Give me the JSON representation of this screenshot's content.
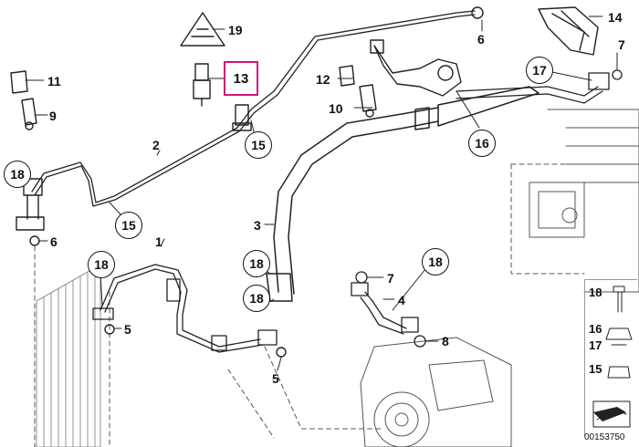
{
  "callouts": {
    "c19": "19",
    "c13": "13",
    "c11": "11",
    "c9": "9",
    "c12": "12",
    "c10": "10",
    "c14": "14",
    "c6a": "6",
    "c7a": "7",
    "c2": "2",
    "c1": "1",
    "c3": "3",
    "c6b": "6",
    "c5a": "5",
    "c5b": "5",
    "c7b": "7",
    "c4": "4",
    "c8": "8"
  },
  "circled": {
    "r17a": "17",
    "r16": "16",
    "r15a": "15",
    "r15b": "15",
    "r18a": "18",
    "r18b": "18",
    "r18c": "18",
    "r18d": "18",
    "r18e": "18"
  },
  "highlight": {
    "label": "13",
    "color": "#d0157e"
  },
  "legend": {
    "n18": "18",
    "n16": "16",
    "n17": "17",
    "n15": "15"
  },
  "diagram_id": "00153750"
}
